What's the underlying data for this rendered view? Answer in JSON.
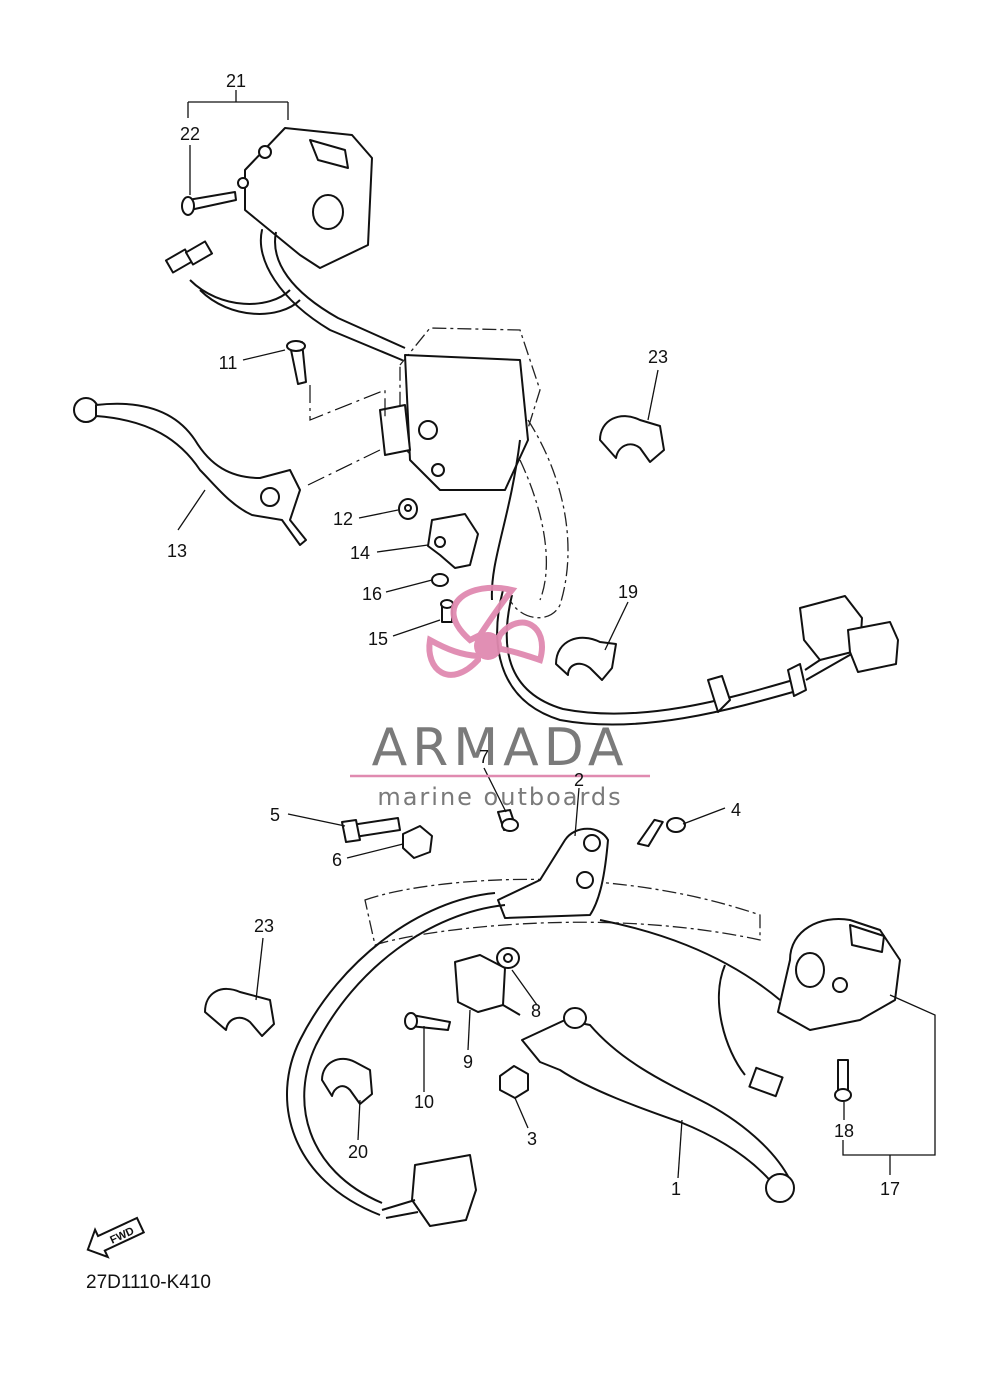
{
  "diagram_code": "27D1110-K410",
  "fwd_arrow_label": "FWD",
  "watermark": {
    "brand": "ARMADA",
    "tagline": "marine outboards",
    "accent_color": "#e08ab0",
    "text_color": "#7a7a7a"
  },
  "callouts": {
    "c1": "1",
    "c2": "2",
    "c3": "3",
    "c4": "4",
    "c5": "5",
    "c6": "6",
    "c7": "7",
    "c8": "8",
    "c9": "9",
    "c10": "10",
    "c11": "11",
    "c12": "12",
    "c13": "13",
    "c14": "14",
    "c15": "15",
    "c16": "16",
    "c17": "17",
    "c18": "18",
    "c19": "19",
    "c20": "20",
    "c21": "21",
    "c22": "22",
    "c23a": "23",
    "c23b": "23"
  }
}
